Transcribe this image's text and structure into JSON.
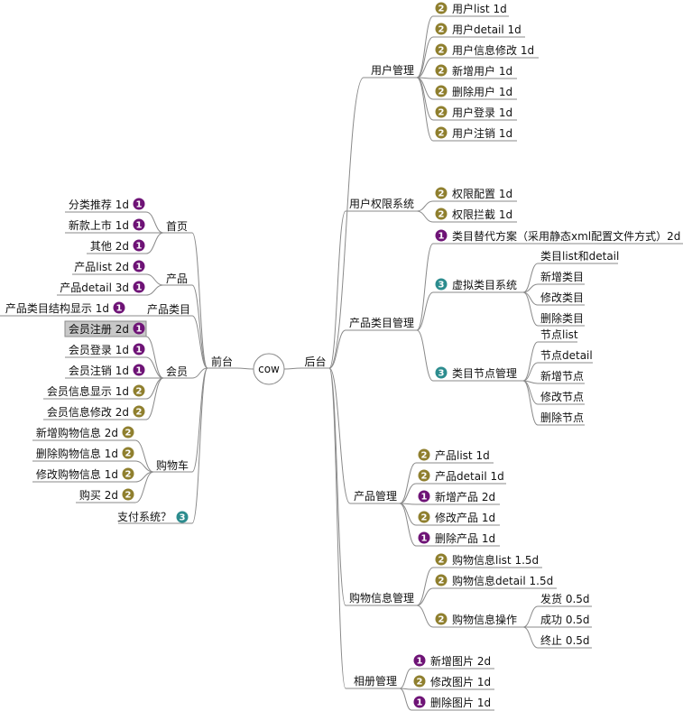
{
  "root": {
    "label": "cow"
  },
  "priority_colors": {
    "1": "#6e1376",
    "2": "#8f7f2e",
    "3": "#2c8c8e"
  },
  "left_branch": {
    "label": "前台",
    "groups": [
      {
        "label": "首页",
        "items": [
          {
            "label": "分类推荐 1d",
            "priority": "1"
          },
          {
            "label": "新款上市 1d",
            "priority": "1"
          },
          {
            "label": "其他 2d",
            "priority": "1"
          }
        ]
      },
      {
        "label": "产品",
        "items": [
          {
            "label": "产品list 2d",
            "priority": "1"
          },
          {
            "label": "产品detail 3d",
            "priority": "1"
          }
        ]
      },
      {
        "label": "产品类目",
        "items": [
          {
            "label": "产品类目结构显示 1d",
            "priority": "1"
          }
        ]
      },
      {
        "label": "会员",
        "items": [
          {
            "label": "会员注册 2d",
            "priority": "1",
            "selected": true
          },
          {
            "label": "会员登录 1d",
            "priority": "1"
          },
          {
            "label": "会员注销 1d",
            "priority": "1"
          },
          {
            "label": "会员信息显示 1d",
            "priority": "2"
          },
          {
            "label": "会员信息修改 2d",
            "priority": "2"
          }
        ]
      },
      {
        "label": "购物车",
        "items": [
          {
            "label": "新增购物信息 2d",
            "priority": "2"
          },
          {
            "label": "删除购物信息 1d",
            "priority": "2"
          },
          {
            "label": "修改购物信息 1d",
            "priority": "2"
          },
          {
            "label": "购买 2d",
            "priority": "2"
          }
        ]
      },
      {
        "label": "支付系统？",
        "priority": "3",
        "items": []
      }
    ]
  },
  "right_branch": {
    "label": "后台",
    "groups": [
      {
        "label": "用户管理",
        "items": [
          {
            "label": "用户list 1d",
            "priority": "2"
          },
          {
            "label": "用户detail 1d",
            "priority": "2"
          },
          {
            "label": "用户信息修改 1d",
            "priority": "2"
          },
          {
            "label": "新增用户 1d",
            "priority": "2"
          },
          {
            "label": "删除用户 1d",
            "priority": "2"
          },
          {
            "label": "用户登录 1d",
            "priority": "2"
          },
          {
            "label": "用户注销 1d",
            "priority": "2"
          }
        ]
      },
      {
        "label": "用户权限系统",
        "items": [
          {
            "label": "权限配置 1d",
            "priority": "2"
          },
          {
            "label": "权限拦截 1d",
            "priority": "2"
          }
        ]
      },
      {
        "label": "产品类目管理",
        "items": [
          {
            "label": "类目替代方案（采用静态xml配置文件方式）2d",
            "priority": "1"
          },
          {
            "label": "虚拟类目系统",
            "priority": "3",
            "children": [
              {
                "label": "类目list和detail"
              },
              {
                "label": "新增类目"
              },
              {
                "label": "修改类目"
              },
              {
                "label": "删除类目"
              }
            ]
          },
          {
            "label": "类目节点管理",
            "priority": "3",
            "children": [
              {
                "label": "节点list"
              },
              {
                "label": "节点detail"
              },
              {
                "label": "新增节点"
              },
              {
                "label": "修改节点"
              },
              {
                "label": "删除节点"
              }
            ]
          }
        ]
      },
      {
        "label": "产品管理",
        "items": [
          {
            "label": "产品list 1d",
            "priority": "2"
          },
          {
            "label": "产品detail 1d",
            "priority": "2"
          },
          {
            "label": "新增产品 2d",
            "priority": "1"
          },
          {
            "label": "修改产品 1d",
            "priority": "2"
          },
          {
            "label": "删除产品 1d",
            "priority": "1"
          }
        ]
      },
      {
        "label": "购物信息管理",
        "items": [
          {
            "label": "购物信息list 1.5d",
            "priority": "2"
          },
          {
            "label": "购物信息detail 1.5d",
            "priority": "2"
          },
          {
            "label": "购物信息操作",
            "priority": "2",
            "children": [
              {
                "label": "发货 0.5d"
              },
              {
                "label": "成功 0.5d"
              },
              {
                "label": "终止 0.5d"
              }
            ]
          }
        ]
      },
      {
        "label": "相册管理",
        "items": [
          {
            "label": "新增图片 2d",
            "priority": "1"
          },
          {
            "label": "修改图片 1d",
            "priority": "2"
          },
          {
            "label": "删除图片 1d",
            "priority": "1"
          }
        ]
      }
    ]
  }
}
